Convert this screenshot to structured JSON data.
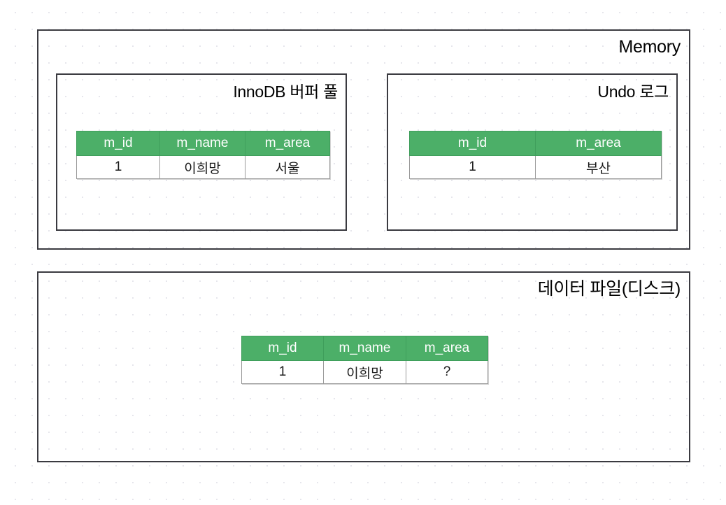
{
  "diagram": {
    "memory": {
      "title": "Memory",
      "sections": [
        {
          "id": "innodb-buffer-pool",
          "title": "InnoDB 버퍼 풀",
          "table": {
            "headers": [
              "m_id",
              "m_name",
              "m_area"
            ],
            "rows": [
              [
                "1",
                "이희망",
                "서울"
              ]
            ]
          }
        },
        {
          "id": "undo-log",
          "title": "Undo 로그",
          "table": {
            "headers": [
              "m_id",
              "m_area"
            ],
            "rows": [
              [
                "1",
                "부산"
              ]
            ]
          }
        }
      ]
    },
    "disk": {
      "title": "데이터 파일(디스크)",
      "table": {
        "headers": [
          "m_id",
          "m_name",
          "m_area"
        ],
        "rows": [
          [
            "1",
            "이희망",
            "?"
          ]
        ]
      }
    }
  },
  "colors": {
    "header_green": "#4CAF68",
    "border_dark": "#3a3a40",
    "grid_dot": "#e6e6ec",
    "text": "#000000"
  }
}
